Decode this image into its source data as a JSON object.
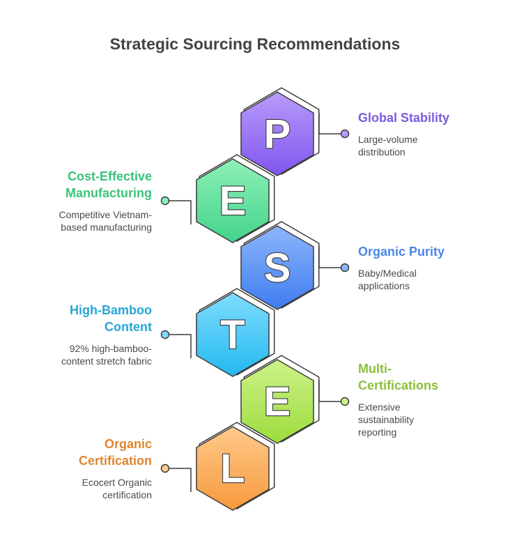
{
  "title": "Strategic Sourcing Recommendations",
  "items": [
    {
      "letter": "P",
      "heading": "Global Stability",
      "description": "Large-volume distribution",
      "side": "right",
      "color": "#8c5cf0",
      "fill_top": "#b89cfb",
      "fill_bottom": "#8055ee",
      "text_color": "#7b5ce0"
    },
    {
      "letter": "E",
      "heading": "Cost-Effective Manufacturing",
      "description": "Competitive Vietnam-based manufacturing",
      "side": "left",
      "color": "#3fc97a",
      "fill_top": "#8ef0b8",
      "fill_bottom": "#43d48a",
      "text_color": "#3cc27c"
    },
    {
      "letter": "S",
      "heading": "Organic Purity",
      "description": "Baby/Medical applications",
      "side": "right",
      "color": "#4a86ee",
      "fill_top": "#8db6fb",
      "fill_bottom": "#3f7cf0",
      "text_color": "#4a86e8"
    },
    {
      "letter": "T",
      "heading": "High-Bamboo Content",
      "description": "92% high-bamboo-content stretch fabric",
      "side": "left",
      "color": "#2aa6d8",
      "fill_top": "#7fdcfc",
      "fill_bottom": "#23b9f0",
      "text_color": "#27a6d6"
    },
    {
      "letter": "E",
      "heading": "Multi-Certifications",
      "description": "Extensive sustainability reporting",
      "side": "right",
      "color": "#8cc63f",
      "fill_top": "#cdf28a",
      "fill_bottom": "#9ddc3c",
      "text_color": "#8dbf3c"
    },
    {
      "letter": "L",
      "heading": "Organic Certification",
      "description": "Ecocert Organic certification",
      "side": "left",
      "color": "#e98a34",
      "fill_top": "#ffc98a",
      "fill_bottom": "#f79a3d",
      "text_color": "#e0862f"
    }
  ]
}
